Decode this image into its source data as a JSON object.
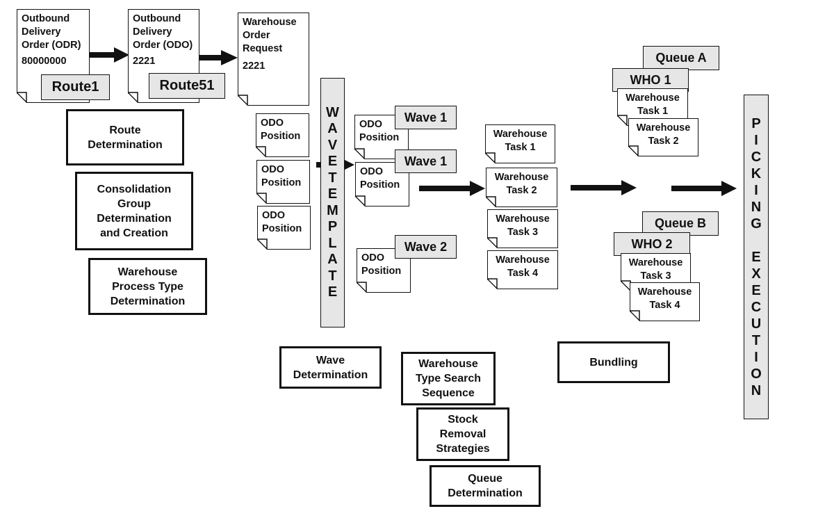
{
  "documents": {
    "odr": {
      "title": "Outbound Delivery Order (ODR)",
      "number": "80000000",
      "route": "Route1"
    },
    "odo": {
      "title": "Outbound Delivery Order (ODO)",
      "number": "2221",
      "route": "Route51"
    },
    "wor": {
      "title": "Warehouse Order Request",
      "number": "2221"
    }
  },
  "left_steps": {
    "route": "Route Determination",
    "consolidation": "Consolidation Group Determination and Creation",
    "wpt": "Warehouse Process Type Determination"
  },
  "odo_positions": [
    "ODO Position",
    "ODO Position",
    "ODO Position"
  ],
  "wave_template": {
    "letters_top": [
      "W",
      "A",
      "V",
      "E"
    ],
    "letters_bottom": [
      "T",
      "E",
      "M",
      "P",
      "L",
      "A",
      "T",
      "E"
    ]
  },
  "waves": [
    {
      "position": "ODO Position",
      "wave": "Wave 1"
    },
    {
      "position": "ODO Position",
      "wave": "Wave 1"
    },
    {
      "position": "ODO Position",
      "wave": "Wave 2"
    }
  ],
  "warehouse_tasks": [
    "Warehouse Task 1",
    "Warehouse Task 2",
    "Warehouse Task 3",
    "Warehouse Task 4"
  ],
  "bottom_steps": {
    "wave": "Wave Determination",
    "search": "Warehouse Type Search Sequence",
    "removal": "Stock Removal Strategies",
    "queue": "Queue Determination",
    "bundling": "Bundling"
  },
  "queues": [
    {
      "queue": "Queue A",
      "who": "WHO 1",
      "tasks": [
        "Warehouse Task 1",
        "Warehouse Task 2"
      ]
    },
    {
      "queue": "Queue B",
      "who": "WHO 2",
      "tasks": [
        "Warehouse Task 3",
        "Warehouse Task 4"
      ]
    }
  ],
  "picking": {
    "letters_top": [
      "P",
      "I",
      "C",
      "K",
      "I",
      "N",
      "G"
    ],
    "letters_bottom": [
      "E",
      "X",
      "E",
      "C",
      "U",
      "T",
      "I",
      "O",
      "N"
    ]
  }
}
